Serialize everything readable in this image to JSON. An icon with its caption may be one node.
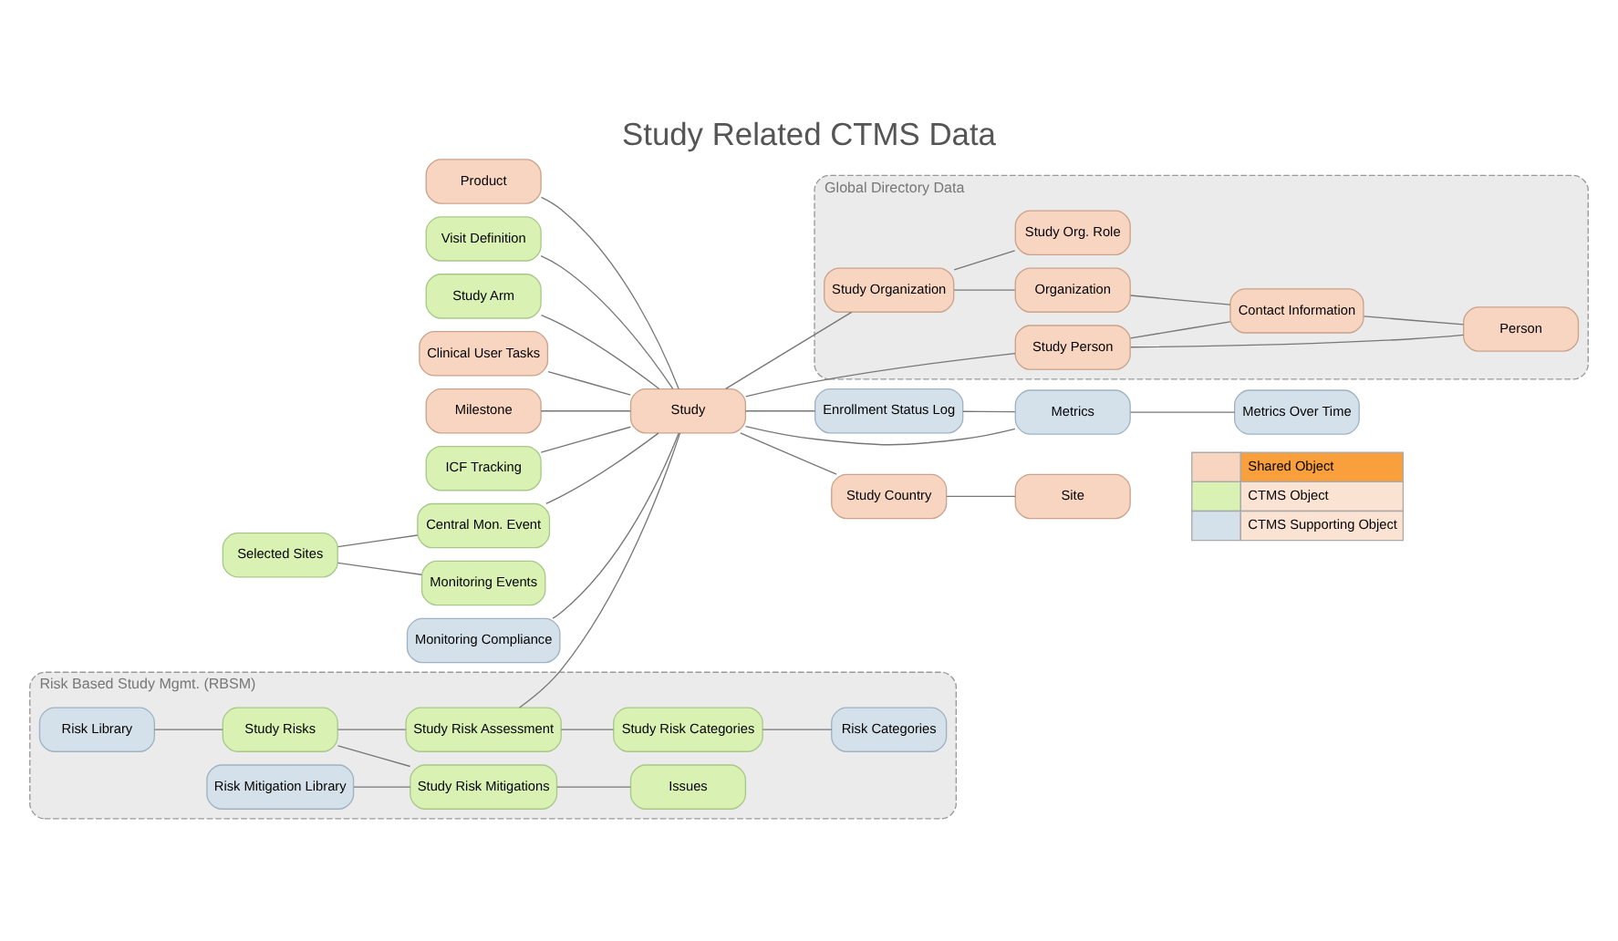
{
  "diagram": {
    "title": "Study Related CTMS Data",
    "nodes": [
      {
        "text": [
          "Product"
        ]
      },
      {
        "text": [
          "Visit Definition"
        ]
      },
      {
        "text": [
          "Study Arm"
        ]
      },
      {
        "text": [
          "Enrollment Status Log"
        ]
      },
      {
        "text": [
          "Clinical User Tasks"
        ]
      },
      {
        "text": [
          "Metrics"
        ]
      },
      {
        "text": [
          "Metrics Over Time"
        ]
      },
      {
        "text": [
          "Global Directory Data"
        ]
      },
      {
        "text": [
          "Study Org. Role"
        ],
        "in": 7
      },
      {
        "text": [
          "Milestone"
        ]
      },
      {
        "text": [
          "ICF Tracking"
        ]
      },
      {
        "text": [
          "Study"
        ]
      },
      {
        "text": [
          "Study Organization"
        ],
        "in": 7
      },
      {
        "text": [
          "Organization"
        ],
        "in": 7
      },
      {
        "text": [
          "Selected Sites"
        ]
      },
      {
        "text": [
          "Central Mon. Event"
        ]
      },
      {
        "text": [
          "Study Country"
        ]
      },
      {
        "text": [
          "Study Person"
        ],
        "in": 7
      },
      {
        "text": [
          "Contact Information"
        ],
        "in": 7
      },
      {
        "text": [
          "Monitoring Events"
        ]
      },
      {
        "text": [
          "Monitoring Compliance"
        ]
      },
      {
        "text": [
          "Site"
        ]
      },
      {
        "text": [
          "Person"
        ],
        "in": 7
      },
      {
        "text": [
          "Risk Based Study Mgmt. (RBSM)"
        ]
      },
      {
        "text": [
          "Risk Library"
        ],
        "in": 23
      },
      {
        "text": [
          "Study Risks"
        ],
        "in": 23
      },
      {
        "text": [
          "Study Risk Assessment"
        ],
        "in": 23
      },
      {
        "text": [
          "Risk Mitigation Library"
        ],
        "in": 23
      },
      {
        "text": [
          "Study Risk Mitigations"
        ],
        "in": 23
      },
      {
        "text": [
          "Study Risk Categories"
        ],
        "in": 23
      },
      {
        "text": [
          "Issues"
        ],
        "in": 23
      },
      {
        "text": [
          "Risk Categories"
        ],
        "in": 23
      }
    ],
    "edges": [
      {
        "from": 0,
        "to": 11,
        "arrow": "none"
      },
      {
        "from": 1,
        "to": 11,
        "arrow": "none"
      },
      {
        "from": 2,
        "to": 11,
        "arrow": "none"
      },
      {
        "from": 11,
        "to": 3,
        "arrow": "none"
      },
      {
        "from": 3,
        "to": 5,
        "arrow": "none"
      },
      {
        "from": 5,
        "to": 6,
        "arrow": "none"
      },
      {
        "from": 11,
        "to": 5,
        "arrow": "none"
      },
      {
        "from": 4,
        "to": 11,
        "arrow": "none"
      },
      {
        "from": 9,
        "to": 11,
        "arrow": "none"
      },
      {
        "from": 10,
        "to": 11,
        "arrow": "none"
      },
      {
        "from": 15,
        "to": 11,
        "arrow": "none"
      },
      {
        "from": 14,
        "to": 15,
        "arrow": "none"
      },
      {
        "from": 14,
        "to": 19,
        "arrow": "none"
      },
      {
        "from": 20,
        "to": 11,
        "arrow": "none"
      },
      {
        "from": 26,
        "to": 11,
        "arrow": "none"
      },
      {
        "from": 11,
        "to": 16,
        "arrow": "none"
      },
      {
        "from": 16,
        "to": 21,
        "arrow": "none"
      },
      {
        "from": 11,
        "to": 12,
        "arrow": "none"
      },
      {
        "from": 11,
        "to": 17,
        "arrow": "none"
      },
      {
        "from": 12,
        "to": 8,
        "arrow": "none"
      },
      {
        "from": 12,
        "to": 13,
        "arrow": "none"
      },
      {
        "from": 13,
        "to": 18,
        "arrow": "none"
      },
      {
        "from": 17,
        "to": 18,
        "arrow": "none"
      },
      {
        "from": 17,
        "to": 22,
        "arrow": "none"
      },
      {
        "from": 18,
        "to": 22,
        "arrow": "none"
      },
      {
        "from": 24,
        "to": 25,
        "arrow": "none"
      },
      {
        "from": 25,
        "to": 26,
        "arrow": "none"
      },
      {
        "from": 25,
        "to": 28,
        "arrow": "none"
      },
      {
        "from": 27,
        "to": 28,
        "arrow": "none"
      },
      {
        "from": 26,
        "to": 29,
        "arrow": "none"
      },
      {
        "from": 28,
        "to": 30,
        "arrow": "none"
      },
      {
        "from": 29,
        "to": 31,
        "arrow": "none"
      }
    ],
    "legend": [
      {
        "text": "Shared Object",
        "color": "#f8d5c0"
      },
      {
        "text": "CTMS Object",
        "color": "#d9f2b4"
      },
      {
        "text": "CTMS Supporting Object",
        "color": "#d5e1ea"
      }
    ]
  }
}
